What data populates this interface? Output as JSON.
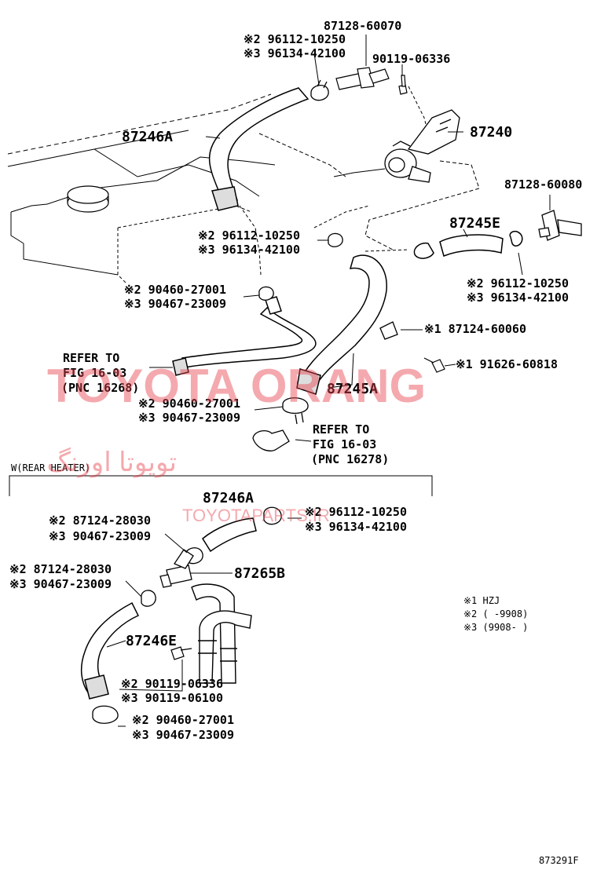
{
  "labels": {
    "top_part": "87128-60070",
    "top_n2_a": "※2 96112-10250",
    "top_n3_a": "※3 96134-42100",
    "top_bolt": "90119-06336",
    "hose_87246a": "87246A",
    "valve_87240": "87240",
    "part_87128_60080": "87128-60080",
    "hose_87245e": "87245E",
    "mid_n2_a": "※2 96112-10250",
    "mid_n3_a": "※3 96134-42100",
    "right_n2": "※2 96112-10250",
    "right_n3": "※3 96134-42100",
    "left_n2": "※2 90460-27001",
    "left_n3": "※3 90467-23009",
    "clamp_n1": "※1 87124-60060",
    "bolt_n1": "※1 91626-60818",
    "refer1_line1": "REFER TO",
    "refer1_line2": "FIG 16-03",
    "refer1_line3": "(PNC 16268)",
    "hose_87245a": "87245A",
    "lower_n2": "※2 90460-27001",
    "lower_n3": "※3 90467-23009",
    "refer2_line1": "REFER TO",
    "refer2_line2": "FIG 16-03",
    "refer2_line3": "(PNC 16278)",
    "section_title": "W(REAR HEATER)",
    "rh_hose_87246a": "87246A",
    "rh_n2_a": "※2 87124-28030",
    "rh_n3_a": "※3 90467-23009",
    "rh_right_n2": "※2 96112-10250",
    "rh_right_n3": "※3 96134-42100",
    "rh_n2_b": "※2 87124-28030",
    "rh_n3_b": "※3 90467-23009",
    "rh_87265b": "87265B",
    "rh_87246e": "87246E",
    "rh_bolt_n2": "※2 90119-06336",
    "rh_bolt_n3": "※3 90119-06100",
    "rh_clamp_n2": "※2 90460-27001",
    "rh_clamp_n3": "※3 90467-23009",
    "note1": "※1 HZJ",
    "note2": "※2 (     -9908)",
    "note3": "※3 (9908-     )",
    "figure_id": "873291F"
  },
  "watermark": {
    "brand": "TOYOTA ORANG",
    "farsi": "تویوتا اورنگ",
    "site": "TOYOTAPARTS.IR",
    "color": "#e8434e"
  }
}
